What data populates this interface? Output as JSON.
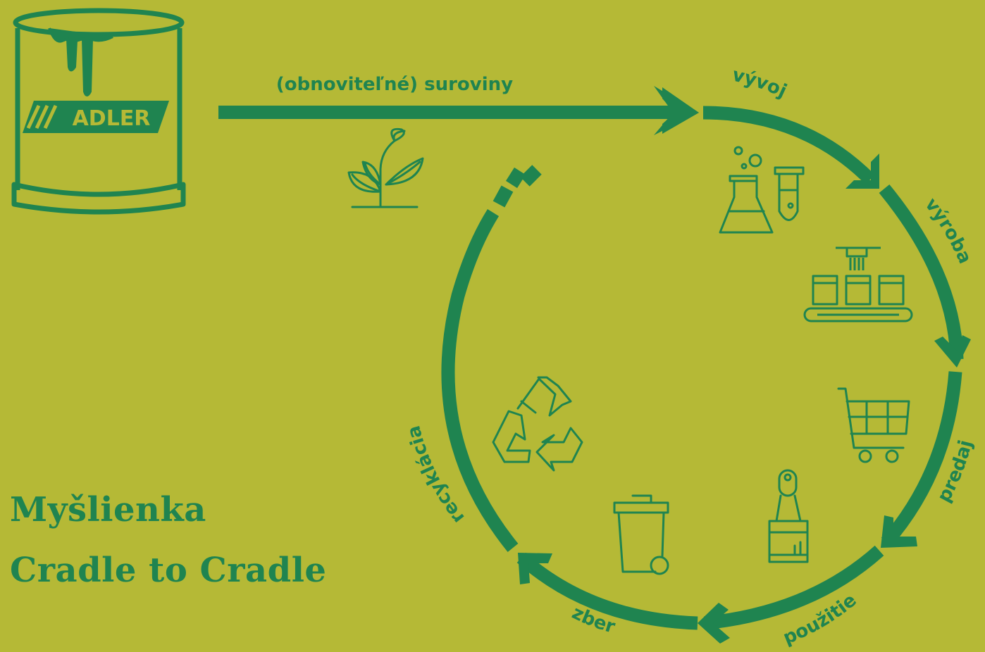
{
  "brand": {
    "logo_text": "ADLER"
  },
  "colors": {
    "background": "#b5b936",
    "accent": "#1f8450"
  },
  "input_arrow": {
    "label": "(obnoviteľné) suroviny",
    "icon": "plant-icon"
  },
  "cycle": {
    "steps": [
      {
        "id": "vyvoj",
        "label": "vývoj",
        "icon": "lab-flask-icon"
      },
      {
        "id": "vyroba",
        "label": "výroba",
        "icon": "production-line-icon"
      },
      {
        "id": "predaj",
        "label": "predaj",
        "icon": "shopping-cart-icon"
      },
      {
        "id": "pouzitie",
        "label": "použitie",
        "icon": "paintbrush-icon"
      },
      {
        "id": "zber",
        "label": "zber",
        "icon": "waste-bin-icon"
      },
      {
        "id": "recyklacia",
        "label": "recyklácia",
        "icon": "recycle-icon"
      }
    ]
  },
  "title": {
    "line1": "Myšlienka",
    "line2": "Cradle to Cradle"
  }
}
